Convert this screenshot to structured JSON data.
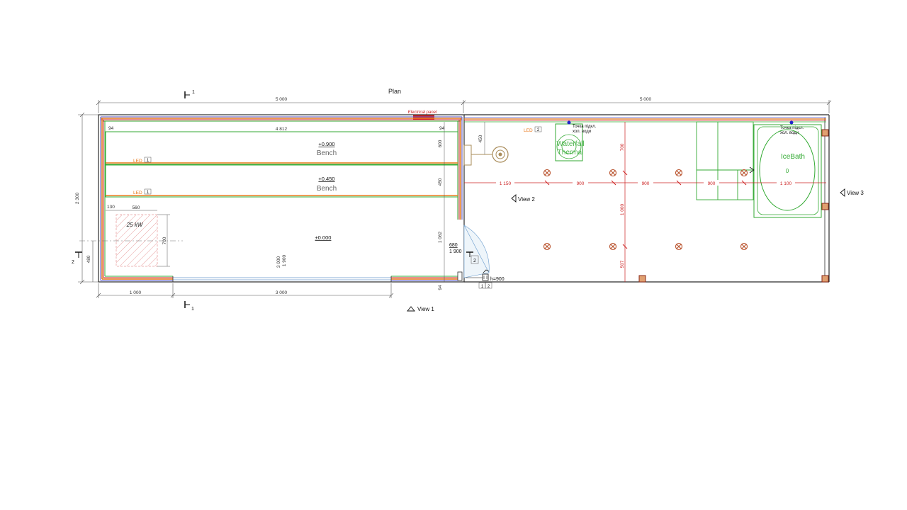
{
  "title": "Plan",
  "electrical_panel": "Electrical panel",
  "dims_top": {
    "left": "5 000",
    "right": "5 000"
  },
  "dims_inner": {
    "left_offset": "94",
    "length": "4 812",
    "right_offset": "94"
  },
  "dim_height_total": "2 300",
  "dims_right_column": {
    "bench_top": "600",
    "bench_mid": "450",
    "floor": "1 062",
    "bottom": "94"
  },
  "benches": [
    {
      "level": "+0.900",
      "label": "Bench",
      "led": "LED",
      "led_no": "1"
    },
    {
      "level": "+0.450",
      "label": "Bench",
      "led": "LED",
      "led_no": "1"
    }
  ],
  "floor_level": "±0.000",
  "heater": {
    "power": "25 kW",
    "dim_offset": "130",
    "dim_width": "560",
    "dim_height": "700"
  },
  "window": {
    "height_top": "3 000",
    "height_sill": "1 900"
  },
  "door": {
    "width": "680",
    "height": "1 900",
    "dim_480": "480"
  },
  "dims_bottom": {
    "left": "1 000",
    "middle": "3 000"
  },
  "section_marks": {
    "s1": "1",
    "s2": "2"
  },
  "views": {
    "view1": "View 1",
    "view2": "View 2",
    "view3": "View 3"
  },
  "right_room": {
    "led": "LED",
    "led_no": "2",
    "shower_dim": "450",
    "waterfall": [
      "Waterfall",
      "Thermal"
    ],
    "icebath": "IceBath",
    "icebath_value": "0",
    "water_point_1": [
      "Точка підкл.",
      "хол. води"
    ],
    "water_point_2": [
      "Точка підкл.",
      "хол. води"
    ],
    "grid_x": [
      "1 150",
      "900",
      "900",
      "900",
      "1 100"
    ],
    "grid_y": [
      "700",
      "1 000",
      "507"
    ],
    "tap": {
      "height": "h=900",
      "tags": [
        "1",
        "2"
      ]
    }
  },
  "colors": {
    "wall": "#2b2b2b",
    "insulation": "#e87a1c",
    "accent_red": "#cc2222",
    "equipment_green": "#33aa33",
    "light_fixture": "#b8502a",
    "heater_hatch": "#e8a0a0",
    "dimension": "#333333",
    "blue_point": "#2222cc"
  }
}
